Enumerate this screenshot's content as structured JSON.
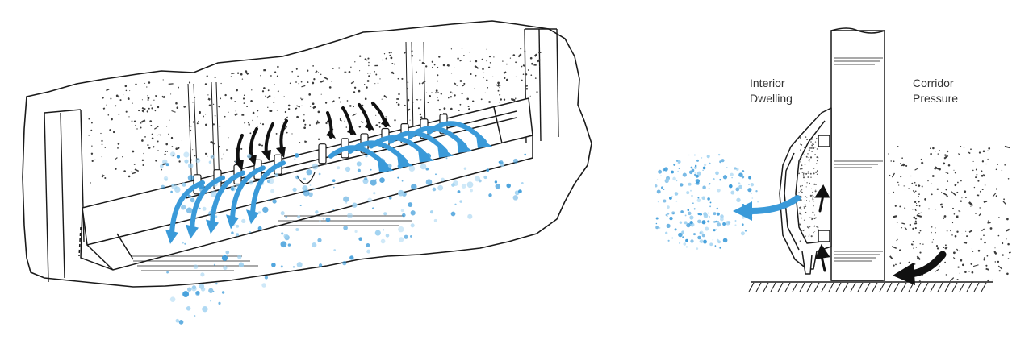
{
  "labels": {
    "interior_line1": "Interior",
    "interior_line2": "Dwelling",
    "corridor_line1": "Corridor",
    "corridor_line2": "Pressure"
  },
  "colors": {
    "line": "#1a1a1a",
    "airflow_blue": "#3a9ad9",
    "light_blue": "#9cd0f0",
    "debris": "#3a3a3a",
    "text": "#333333",
    "background": "#ffffff"
  }
}
